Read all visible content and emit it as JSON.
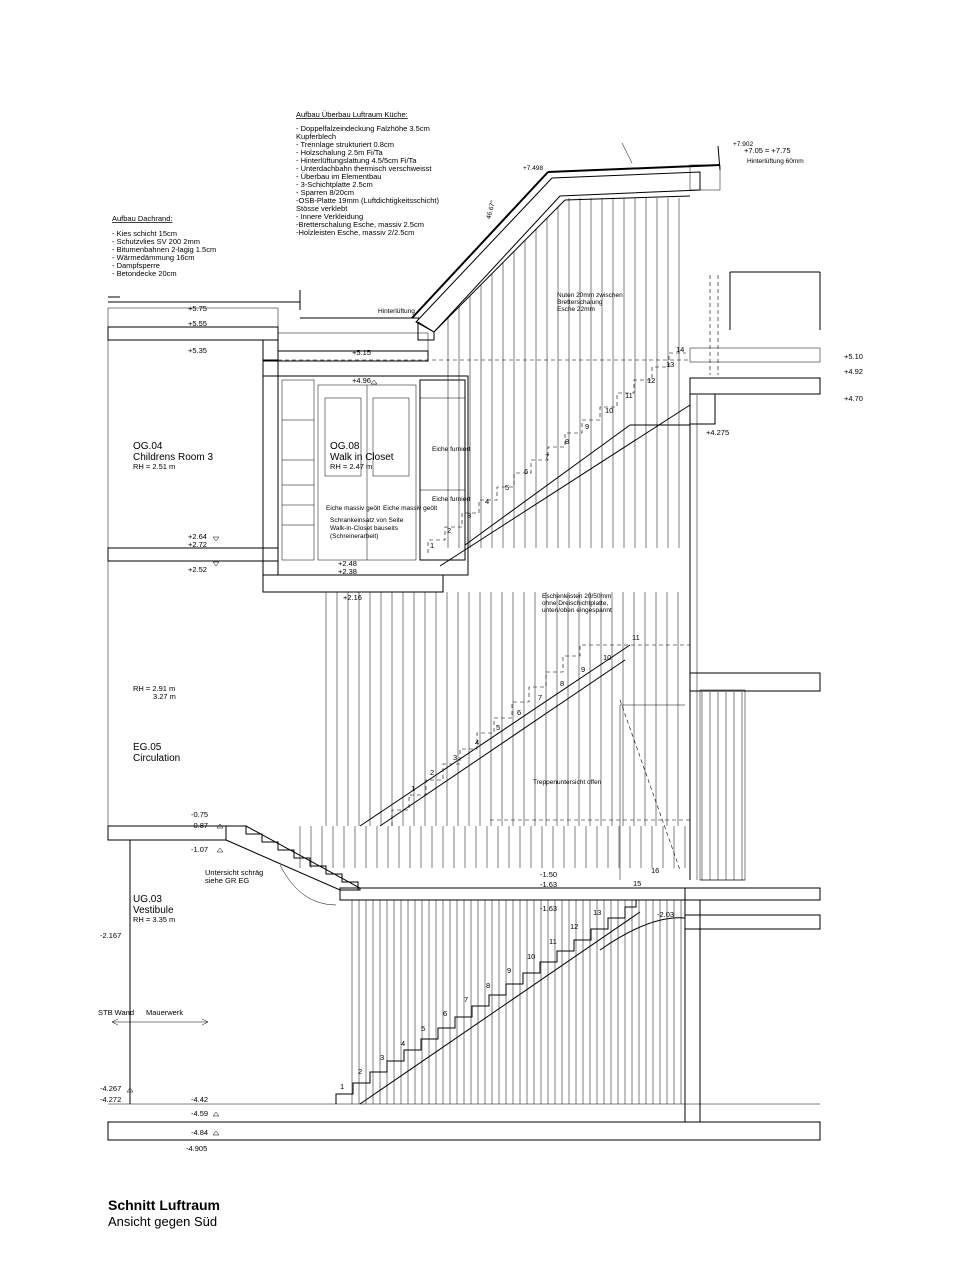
{
  "title": "Schnitt Luftraum",
  "subtitle": "Ansicht gegen Süd",
  "roof_build_up": {
    "heading": "Aufbau Überbau Luftraum Küche:",
    "items": [
      "- Doppelfalzeindeckung Falzhöhe 3.5cm",
      "  Kupferblech",
      "- Trennlage strukturiert 0.8cm",
      "- Holzschalung 2.5m Fi/Ta",
      "- Hinterlüftungslattung 4.5/5cm Fi/Ta",
      "- Unterdachbahn thermisch verschweisst",
      "- Überbau im Elementbau",
      "  - 3-Schichtplatte 2.5cm",
      "  - Sparren 8/20cm",
      "  -OSB-Platte 19mm (Luftdichtigkeitsschicht)",
      "   Stösse verklebt",
      "- Innere Verkleidung",
      "  -Bretterschalung Esche, massiv 2.5cm",
      "  -Holzleisten  Esche, massiv 2/2.5cm"
    ]
  },
  "edge_build_up": {
    "heading": "Aufbau Dachrand:",
    "items": [
      "- Kies schicht      15cm",
      "- Schutzvlies SV 200    2mm",
      "- Bitumenbahnen 2-lagig 1.5cm",
      "- Wärmedämmung   16cm",
      "- Dampfsperre",
      "- Betondecke       20cm"
    ]
  },
  "rooms": [
    {
      "code": "OG.04",
      "name": "Childrens Room 3",
      "rh": "RH = 2.51 m"
    },
    {
      "code": "OG.08",
      "name": "Walk in Closet",
      "rh": "RH = 2.47 m"
    },
    {
      "code": "EG.05",
      "name": "Circulation",
      "rh": "RH = 2.91 m",
      "rh2": "3.27 m"
    },
    {
      "code": "UG.03",
      "name": "Vestibule",
      "rh": "RH = 3.35 m"
    }
  ],
  "levels_left": [
    "+5.75",
    "+5.55",
    "+5.35",
    "+2.64",
    "+2.72",
    "+2.52",
    "-0.75",
    "-0.87",
    "-1.07",
    "-2.167",
    "-4.267",
    "-4.272",
    "-4.42",
    "-4.59",
    "-4.84",
    "-4.905"
  ],
  "levels_mid": [
    "+5.15",
    "+4.96",
    "+2.48",
    "+2.38",
    "+2.16",
    "-1.50",
    "-1.63",
    "-1.63",
    "-2.03"
  ],
  "levels_right": [
    "+5.10",
    "+4.92",
    "+4.70",
    "+4.275",
    "+7.498",
    "+7.902",
    "+7.05 = +7.75"
  ],
  "notes": {
    "hinterlueftung": "Hinterlüftung",
    "hinterlueftung_60": "Hinterlüftung 60mm",
    "nuten": [
      "Nuten 20mm zwischen",
      "Bretterschalung",
      "Esche 22mm"
    ],
    "schrank": [
      "Schrankeinsatz von Seite",
      "Walk-in-Closet bauseits",
      "(Schreinerarbeit)"
    ],
    "eschenleisten": [
      "Eschenleisten 20/50mm",
      "ohne Dreischichtplatte,",
      "unten/oben eingespannt"
    ],
    "treppenuntersicht": "Treppenuntersicht offen",
    "untersicht": [
      "Untersicht schräg",
      "siehe GR EG"
    ],
    "stb_wand": "STB Wand",
    "mauerwerk": "Mauerwerk",
    "slope": "46.67°",
    "eiche_furniert": "Eiche furniert",
    "eiche_massiv": "Eiche massiv geölt"
  },
  "stair_upper_numbers": [
    "1",
    "2",
    "3",
    "4",
    "5",
    "6",
    "7",
    "8",
    "9",
    "10",
    "11",
    "12",
    "13",
    "14"
  ],
  "stair_middle_numbers": [
    "1",
    "2",
    "3",
    "4",
    "5",
    "6",
    "7",
    "8",
    "9",
    "10",
    "11"
  ],
  "stair_lower_numbers": [
    "1",
    "2",
    "3",
    "4",
    "5",
    "6",
    "7",
    "8",
    "9",
    "10",
    "11",
    "12",
    "13"
  ],
  "stair_landing_numbers": [
    "15",
    "16"
  ]
}
